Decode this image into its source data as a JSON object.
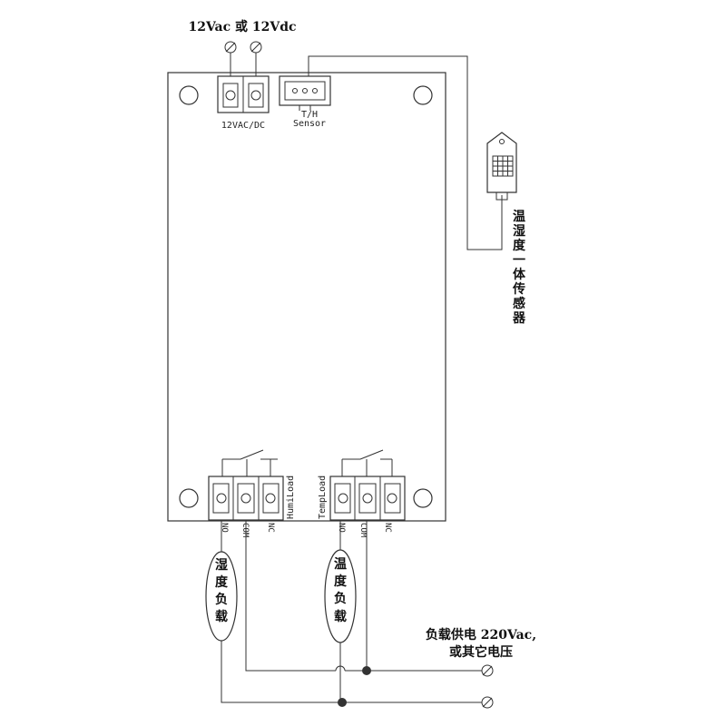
{
  "power": {
    "top_label": "12Vac 或 12Vdc",
    "terminal_label": "12VAC/DC"
  },
  "sensor_port": {
    "label_line1": "T/H",
    "label_line2": "Sensor"
  },
  "sensor": {
    "chars": [
      "温",
      "湿",
      "度",
      "一",
      "体",
      "传",
      "感",
      "器"
    ]
  },
  "humi_terminal": {
    "label": "HumiLoad",
    "pins": [
      "NO",
      "COM",
      "NC"
    ]
  },
  "temp_terminal": {
    "label": "TempLoad",
    "pins": [
      "NO",
      "COM",
      "NC"
    ]
  },
  "humi_load": {
    "chars": [
      "湿",
      "度",
      "负",
      "载"
    ]
  },
  "temp_load": {
    "chars": [
      "温",
      "度",
      "负",
      "载"
    ]
  },
  "supply": {
    "line1": "负载供电 220Vac,",
    "line2": "或其它电压"
  }
}
